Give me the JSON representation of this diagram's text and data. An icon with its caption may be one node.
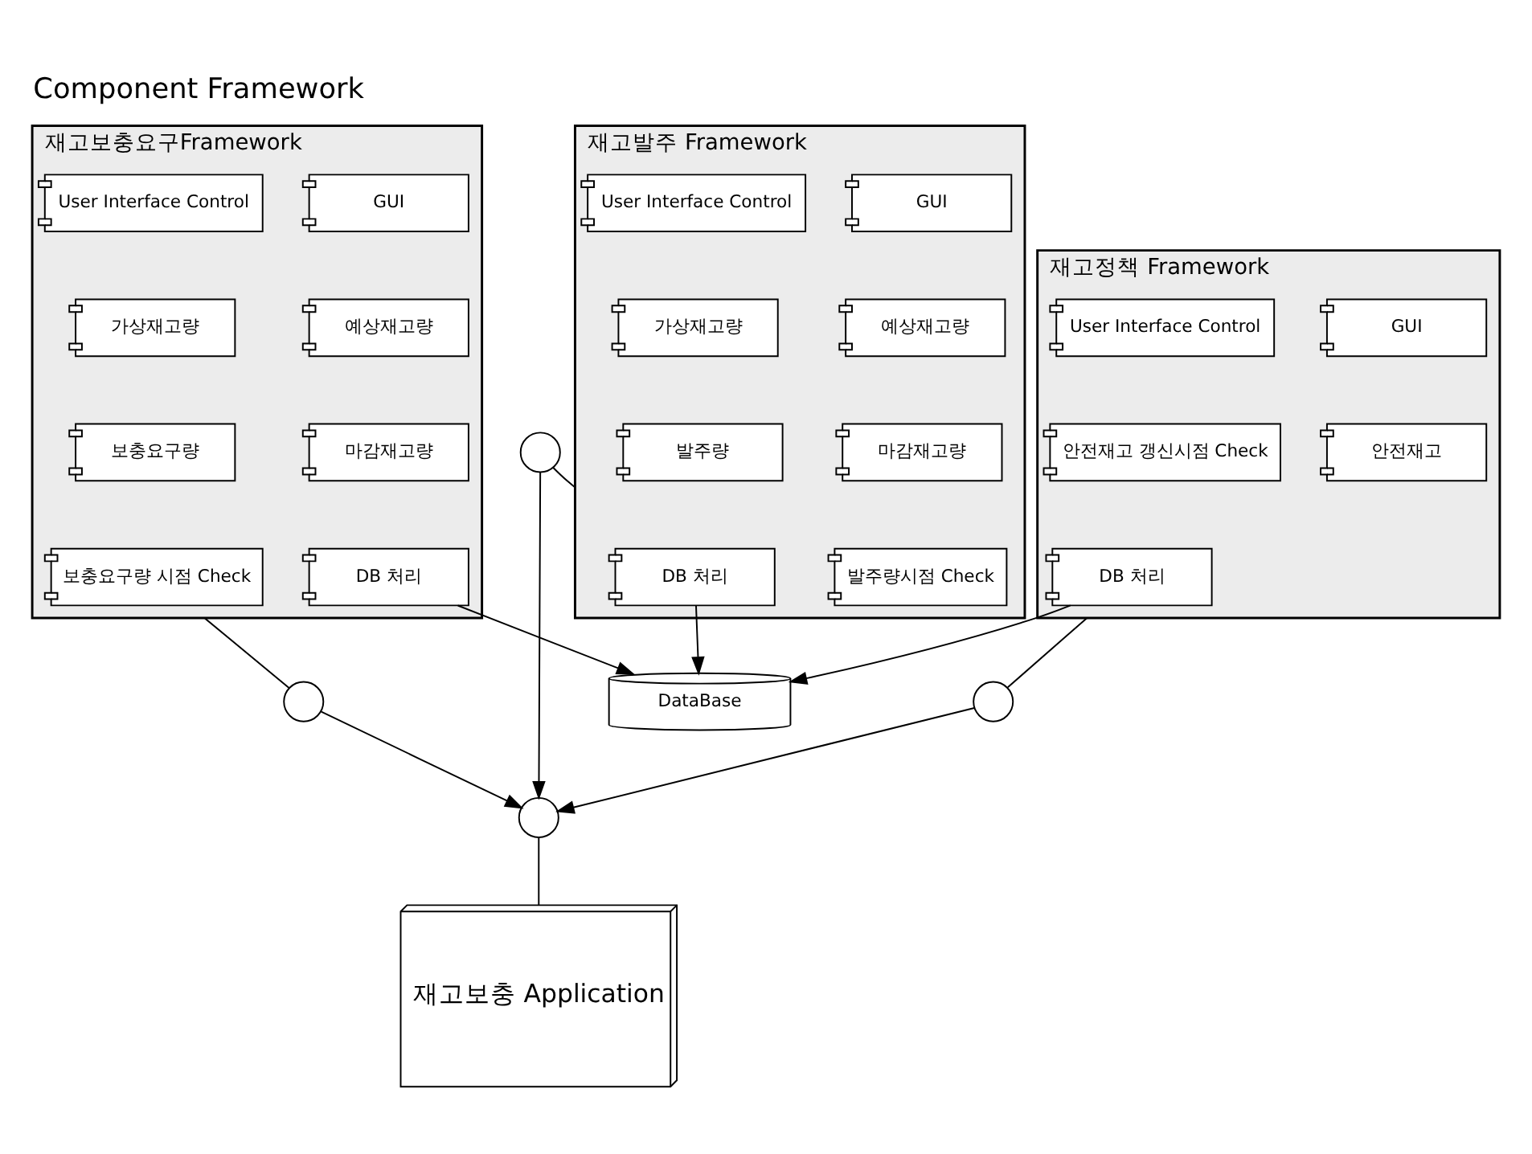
{
  "diagram": {
    "title": "Component Framework",
    "nodes": [
      {
        "text": [
          "재고정책 Framework"
        ]
      },
      {
        "text": [
          "GUI"
        ],
        "in": 0
      },
      {
        "text": [
          "User Interface Control"
        ],
        "in": 0
      },
      {
        "text": [
          "안전재고"
        ],
        "in": 0
      },
      {
        "text": [
          "안전재고 갱신시점 Check"
        ],
        "in": 0
      },
      {
        "text": [
          "DB 처리"
        ],
        "in": 0
      },
      {
        "text": [],
        "shape": "circle"
      },
      {
        "text": [],
        "shape": "circle"
      },
      {
        "text": [],
        "shape": "circle"
      },
      {
        "text": [
          "재고보충 Application"
        ]
      },
      {
        "text": [
          "재고발주 Framework"
        ]
      },
      {
        "text": [
          "GUI"
        ],
        "in": 10
      },
      {
        "text": [
          "User Interface Control"
        ],
        "in": 10
      },
      {
        "text": [
          "예상재고량"
        ],
        "in": 10
      },
      {
        "text": [
          "가상재고량"
        ],
        "in": 10
      },
      {
        "text": [
          "마감재고량"
        ],
        "in": 10
      },
      {
        "text": [
          "발주량"
        ],
        "in": 10
      },
      {
        "text": [
          "발주량시점 Check"
        ],
        "in": 10
      },
      {
        "text": [
          "DB 처리"
        ],
        "in": 10
      },
      {
        "text": [
          "재고보충요구Framework"
        ]
      },
      {
        "text": [
          "GUI"
        ],
        "in": 19
      },
      {
        "text": [
          "User Interface Control"
        ],
        "in": 19
      },
      {
        "text": [
          "예상재고량"
        ],
        "in": 19
      },
      {
        "text": [
          "가상재고량"
        ],
        "in": 19
      },
      {
        "text": [
          "마감재고량"
        ],
        "in": 19
      },
      {
        "text": [
          "보충요구량"
        ],
        "in": 19
      },
      {
        "text": [
          "DB 처리"
        ],
        "in": 19
      },
      {
        "text": [
          "보충요구량 시점 Check"
        ],
        "in": 19
      },
      {
        "text": [],
        "shape": "circle"
      },
      {
        "text": [
          "DataBase"
        ]
      }
    ],
    "edges": [
      {
        "from": 0,
        "to": 6,
        "arrow": "none"
      },
      {
        "from": 6,
        "to": 8,
        "arrow": "to"
      },
      {
        "from": 7,
        "to": 8,
        "arrow": "to"
      },
      {
        "from": 7,
        "to": 10,
        "arrow": "none"
      },
      {
        "from": 8,
        "to": 9,
        "arrow": "none"
      },
      {
        "from": 19,
        "to": 28,
        "arrow": "none"
      },
      {
        "from": 28,
        "to": 8,
        "arrow": "to"
      },
      {
        "from": 18,
        "to": 29,
        "arrow": "to"
      },
      {
        "from": 5,
        "to": 29,
        "arrow": "to"
      },
      {
        "from": 26,
        "to": 29,
        "arrow": "to"
      }
    ]
  }
}
